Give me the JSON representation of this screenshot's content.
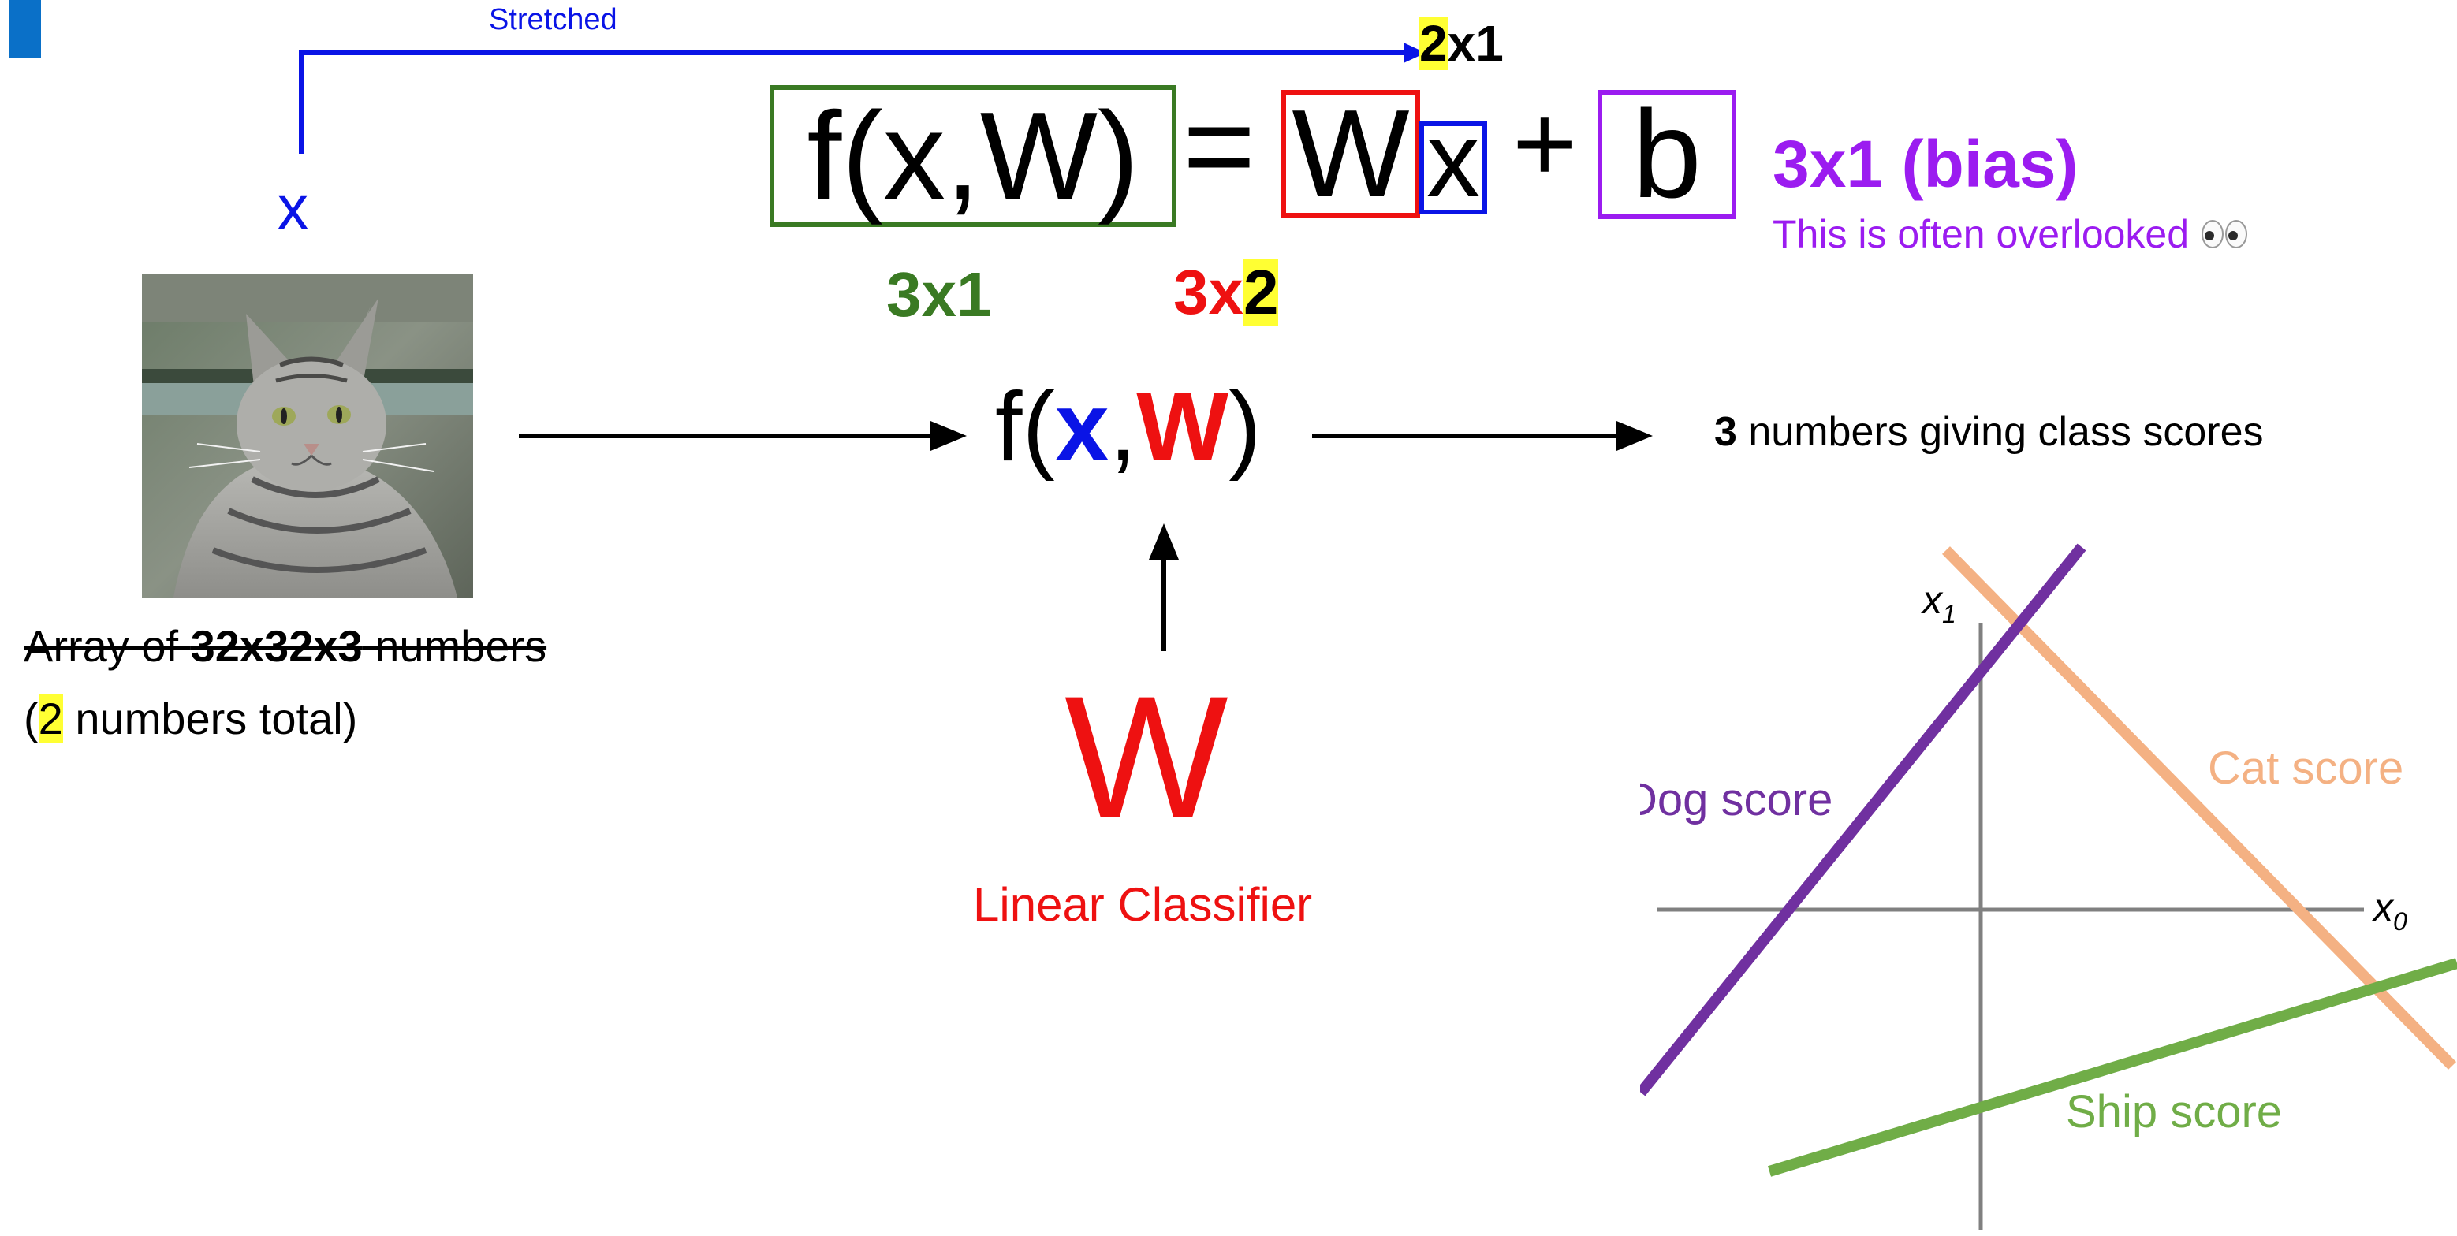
{
  "colors": {
    "blue": "#0a14e6",
    "red": "#ee1111",
    "green": "#3a7a23",
    "purple": "#9b1cf0",
    "dog": "#7030a0",
    "cat": "#f4b183",
    "ship": "#70ad47",
    "highlight": "#ffff33",
    "corner_marker": "#0a70c8"
  },
  "stretch": {
    "label": "Stretched",
    "x_label": "x"
  },
  "equation": {
    "f_xw": "f(x,W)",
    "equals": "=",
    "W": "W",
    "x": "x",
    "plus": "+",
    "b": "b",
    "x_dim_num": "2",
    "x_dim_rest": "x1",
    "out_dim": "3x1",
    "w_dim_prefix": "3x",
    "w_dim_num": "2",
    "bias_label": "3x1 (bias)",
    "bias_note": "This is often overlooked",
    "bias_note_icon": "eyes-icon"
  },
  "function_node": {
    "f_open": "f(",
    "x": "x",
    "comma": ",",
    "W": "W",
    "close": ")"
  },
  "output_text": {
    "bold": "3",
    "rest": " numbers giving class scores"
  },
  "input": {
    "image_icon": "cat-photo",
    "array_prefix": "Array of ",
    "array_bold": "32x32x3",
    "array_suffix": " numbers",
    "total_open": "(",
    "total_num": "2",
    "total_rest": " numbers total)"
  },
  "weights": {
    "big_W": "W",
    "label": "Linear Classifier"
  },
  "plot": {
    "x_axis_label": "x",
    "x_axis_sub": "0",
    "y_axis_label": "x",
    "y_axis_sub": "1",
    "dog": "Dog score",
    "cat": "Cat score",
    "ship": "Ship score"
  }
}
